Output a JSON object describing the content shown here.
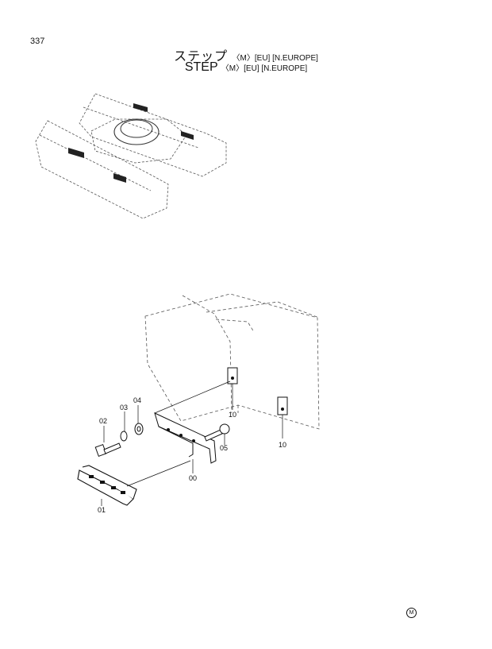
{
  "page_number": "337",
  "title": {
    "jp_main": "ステップ",
    "en_main": "STEP",
    "qualifiers": "〈M〉[EU] [N.EUROPE]"
  },
  "callouts": {
    "frame": "00",
    "step": "01",
    "bolt": "02",
    "washer": "03",
    "spring_washer": "04",
    "side_bolt": "05",
    "bracket_a": "10",
    "bracket_b": "10"
  },
  "footer_marker": "M"
}
